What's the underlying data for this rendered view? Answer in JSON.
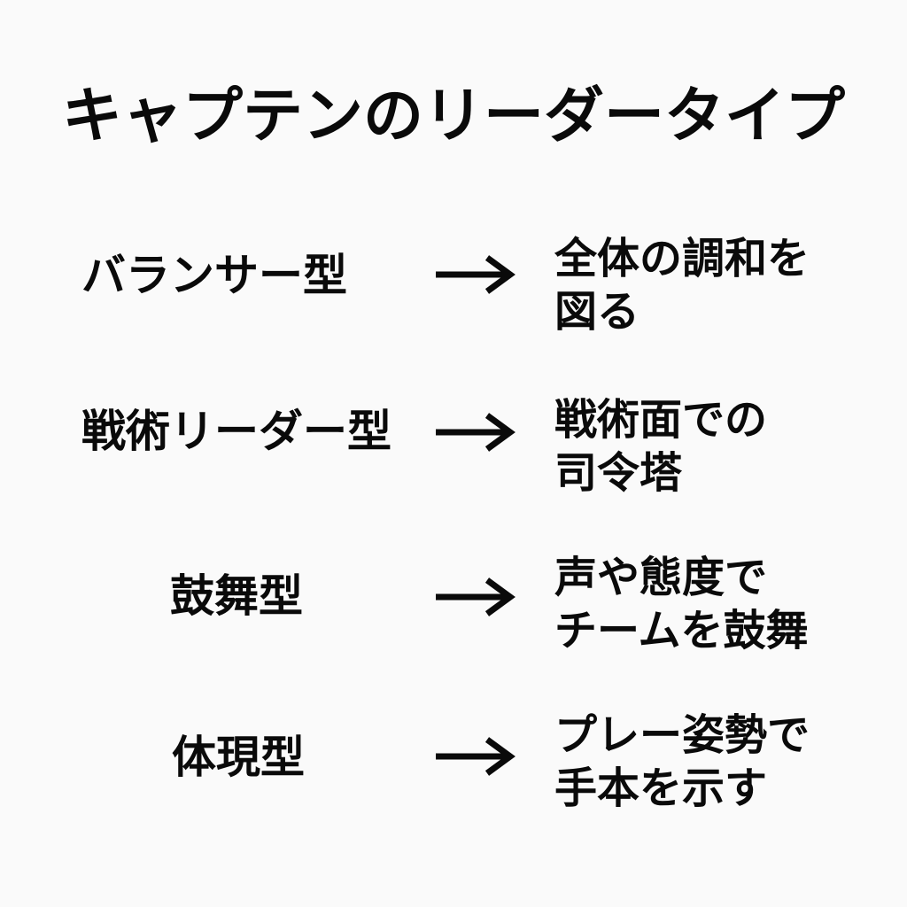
{
  "title": "キャプテンのリーダータイプ",
  "rows": [
    {
      "type": "バランサー型",
      "desc_line1": "全体の調和を",
      "desc_line2": "図る"
    },
    {
      "type": "戦術リーダー型",
      "desc_line1": "戦術面での",
      "desc_line2": "司令塔"
    },
    {
      "type": "鼓舞型",
      "desc_line1": "声や態度で",
      "desc_line2": "チームを鼓舞"
    },
    {
      "type": "体現型",
      "desc_line1": "プレー姿勢で",
      "desc_line2": "手本を示す"
    }
  ]
}
